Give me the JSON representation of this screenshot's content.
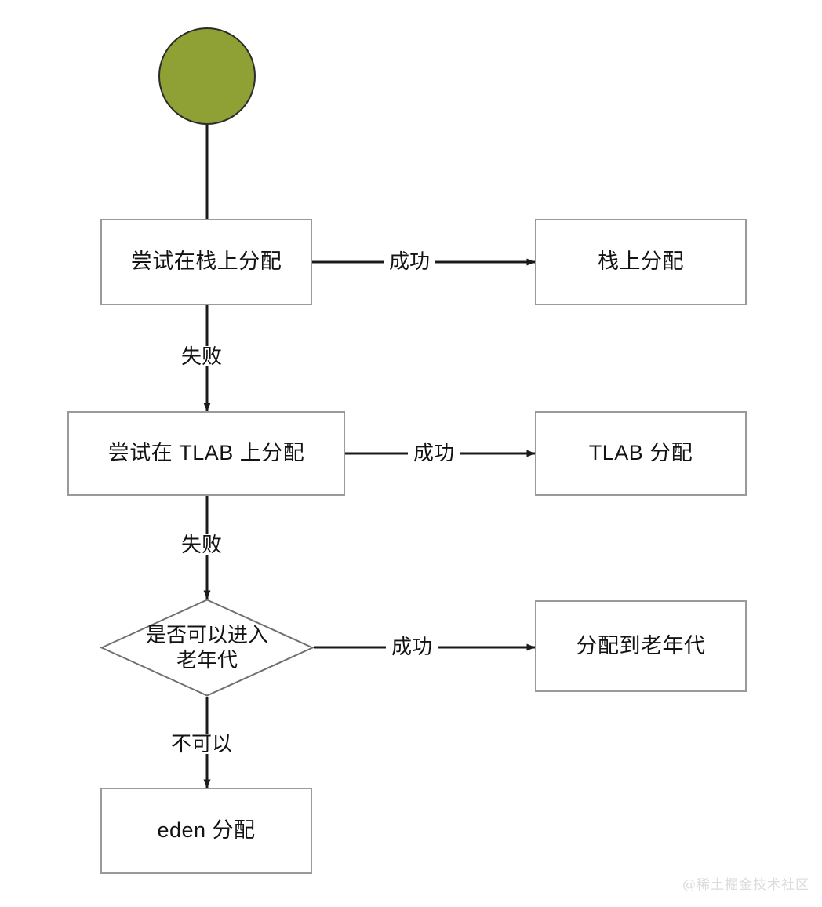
{
  "diagram": {
    "title_text": "",
    "type": "flowchart",
    "colors": {
      "start_fill": "#8fa034",
      "start_stroke": "#2b2b2b",
      "box_stroke": "#9a9a9a",
      "connector": "#1a1a1a",
      "text": "#131313",
      "background": "#ffffff",
      "watermark": "#dcdcdc"
    },
    "nodes": [
      {
        "id": "start",
        "shape": "circle",
        "label": ""
      },
      {
        "id": "stack-attempt",
        "shape": "rect",
        "label": "尝试在栈上分配"
      },
      {
        "id": "stack-alloc",
        "shape": "rect",
        "label": "栈上分配"
      },
      {
        "id": "tlab-attempt",
        "shape": "rect",
        "label": "尝试在 TLAB 上分配"
      },
      {
        "id": "tlab-alloc",
        "shape": "rect",
        "label": "TLAB 分配"
      },
      {
        "id": "old-gen-decision",
        "shape": "diamond",
        "label": "是否可以进入老年代"
      },
      {
        "id": "old-gen-alloc",
        "shape": "rect",
        "label": "分配到老年代"
      },
      {
        "id": "eden-alloc",
        "shape": "rect",
        "label": "eden 分配"
      }
    ],
    "edges": [
      {
        "id": "start-to-stack-attempt",
        "from": "start",
        "to": "stack-attempt",
        "label": ""
      },
      {
        "id": "stack-attempt-to-stack-alloc",
        "from": "stack-attempt",
        "to": "stack-alloc",
        "label": "成功"
      },
      {
        "id": "stack-attempt-to-tlab-attempt",
        "from": "stack-attempt",
        "to": "tlab-attempt",
        "label": "失败"
      },
      {
        "id": "tlab-attempt-to-tlab-alloc",
        "from": "tlab-attempt",
        "to": "tlab-alloc",
        "label": "成功"
      },
      {
        "id": "tlab-attempt-to-decision",
        "from": "tlab-attempt",
        "to": "old-gen-decision",
        "label": "失败"
      },
      {
        "id": "decision-to-old-gen-alloc",
        "from": "old-gen-decision",
        "to": "old-gen-alloc",
        "label": "成功"
      },
      {
        "id": "decision-to-eden-alloc",
        "from": "old-gen-decision",
        "to": "eden-alloc",
        "label": "不可以"
      }
    ]
  },
  "watermark": {
    "text": "@稀土掘金技术社区"
  }
}
